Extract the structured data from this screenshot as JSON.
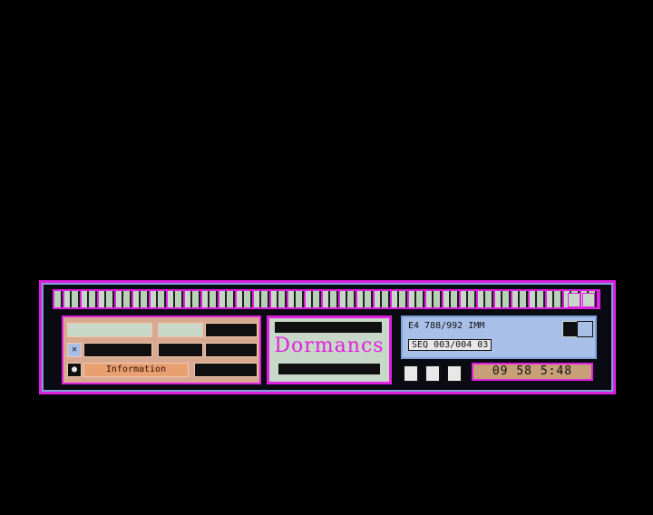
{
  "window": {
    "title": ""
  },
  "controls": {
    "row1": [
      "",
      "",
      "",
      ""
    ],
    "row2": [
      "",
      "",
      "",
      ""
    ],
    "row3_label": "Information",
    "row3_button": ""
  },
  "display": {
    "top": "",
    "main": "Dormancs",
    "bottom": ""
  },
  "info": {
    "line1": "E4 788/992 IMM",
    "line2": "SEQ 003/004 03"
  },
  "status": {
    "buttons": [
      "",
      "",
      ""
    ],
    "counter": "09 58 5:48"
  },
  "colors": {
    "accent": "#e020e0",
    "panel_blue": "#a8c0e8",
    "panel_orange": "#d8a890",
    "panel_green": "#c8d8c8"
  }
}
